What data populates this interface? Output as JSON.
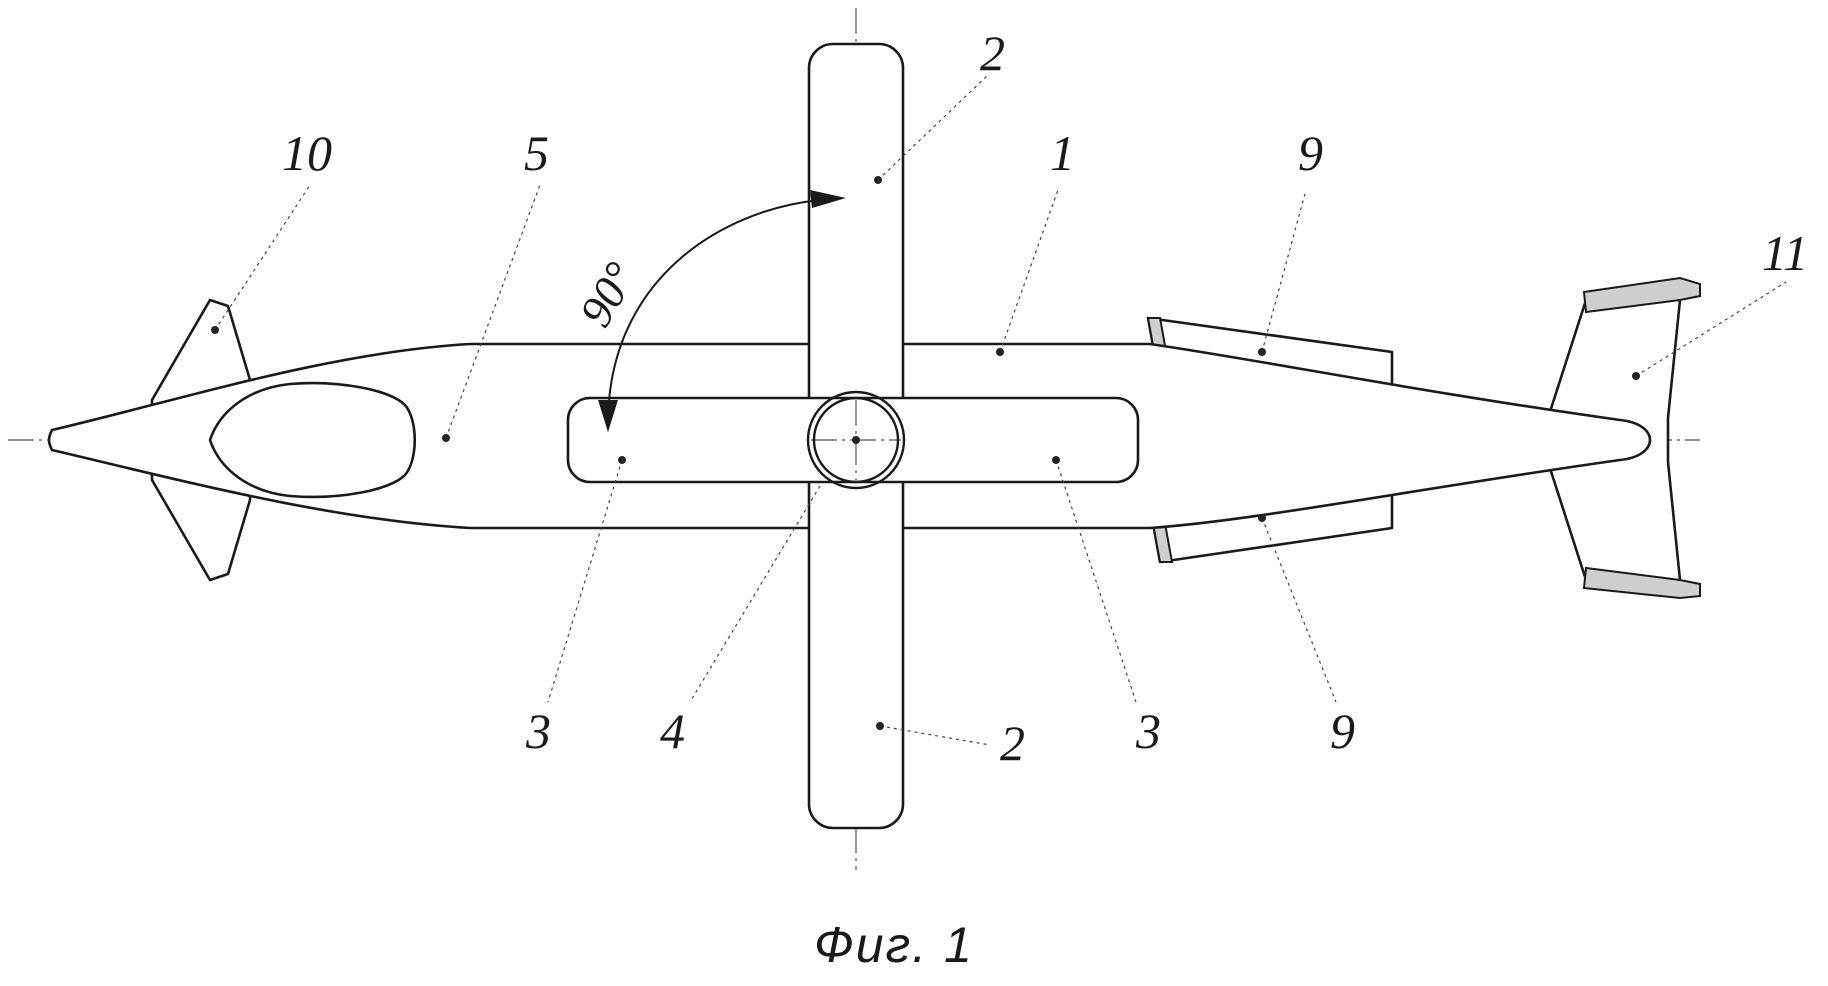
{
  "figure": {
    "caption": "Фиг. 1",
    "angle_label": "90°"
  },
  "labels": {
    "body": "1",
    "blade_top": "2",
    "blade_bottom": "2",
    "wing_left": "3",
    "wing_right": "3",
    "hub": "4",
    "cockpit": "5",
    "engine_top": "9",
    "engine_bottom": "9",
    "front_fin": "10",
    "tail": "11"
  },
  "colors": {
    "line": "#1a1a1a",
    "fill": "#ffffff"
  }
}
